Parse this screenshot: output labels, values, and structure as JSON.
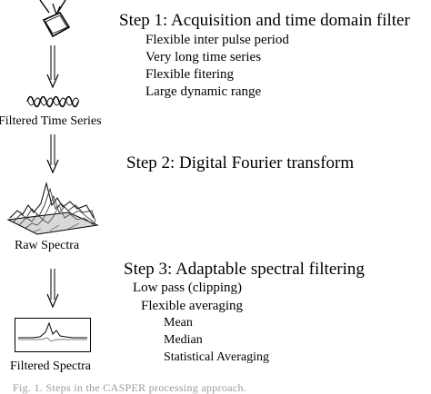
{
  "steps": [
    {
      "title": "Step 1: Acquisition and time domain filter",
      "items": [
        "Flexible inter pulse period",
        "Very long time series",
        "Flexible fitering",
        "Large dynamic range"
      ]
    },
    {
      "title": "Step 2: Digital Fourier transform",
      "items": []
    },
    {
      "title": "Step 3: Adaptable spectral filtering",
      "items": [
        "Low pass (clipping)",
        "Flexible averaging"
      ],
      "subitems": [
        "Mean",
        "Median",
        "Statistical Averaging"
      ]
    }
  ],
  "captions": {
    "filtered_time_series": "Filtered Time Series",
    "raw_spectra": "Raw Spectra",
    "filtered_spectra": "Filtered Spectra"
  },
  "footer": "Fig. 1.  Steps in the CASPER processing approach."
}
